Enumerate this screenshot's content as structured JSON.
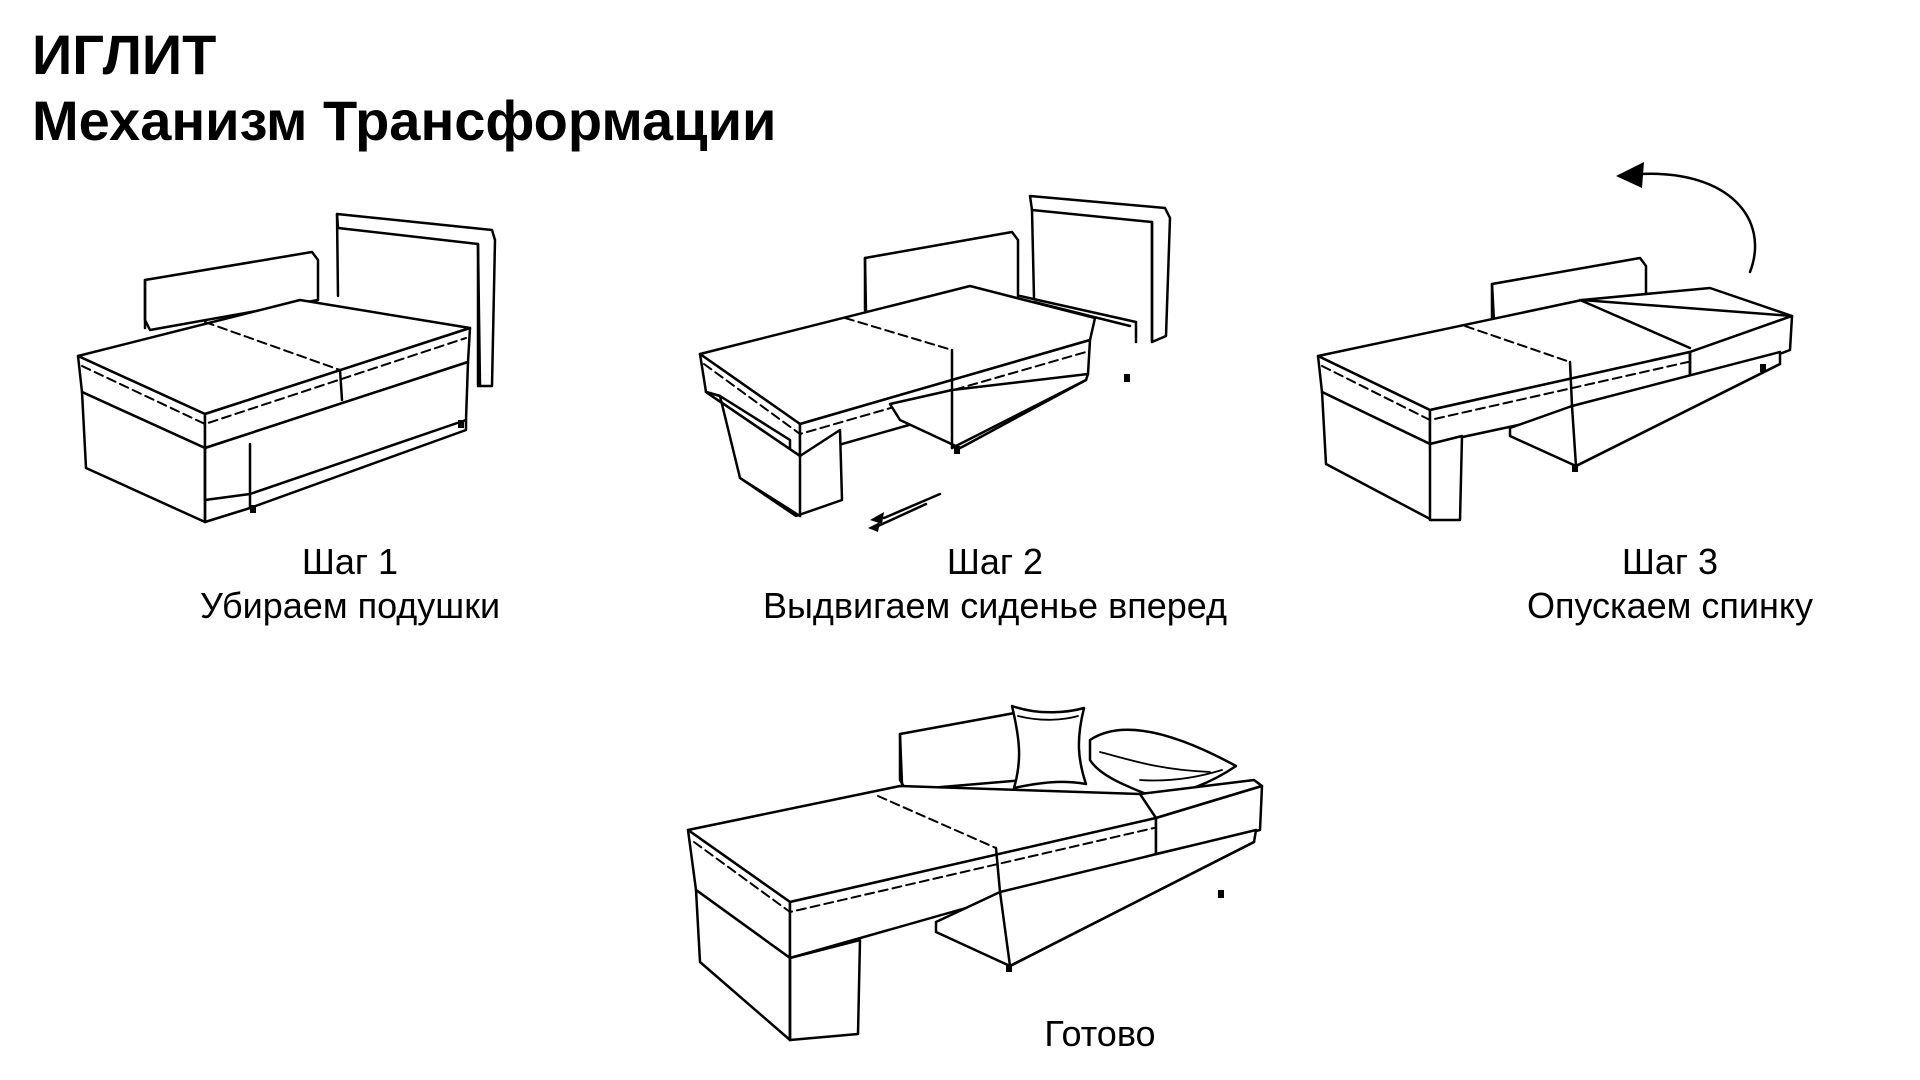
{
  "header": {
    "brand": "ИГЛИТ",
    "subtitle": "Механизм Трансформации"
  },
  "steps": [
    {
      "step": "Шаг 1",
      "action": "Убираем подушки"
    },
    {
      "step": "Шаг 2",
      "action": "Выдвигаем сиденье вперед"
    },
    {
      "step": "Шаг 3",
      "action": "Опускаем спинку"
    }
  ],
  "final": {
    "label": "Готово"
  },
  "icons": [
    "sofa-step1-illustration",
    "sofa-step2-illustration",
    "motion-arrows-icon",
    "sofa-step3-illustration",
    "rotate-arrow-icon",
    "sofa-bed-illustration",
    "pillow-icon"
  ]
}
